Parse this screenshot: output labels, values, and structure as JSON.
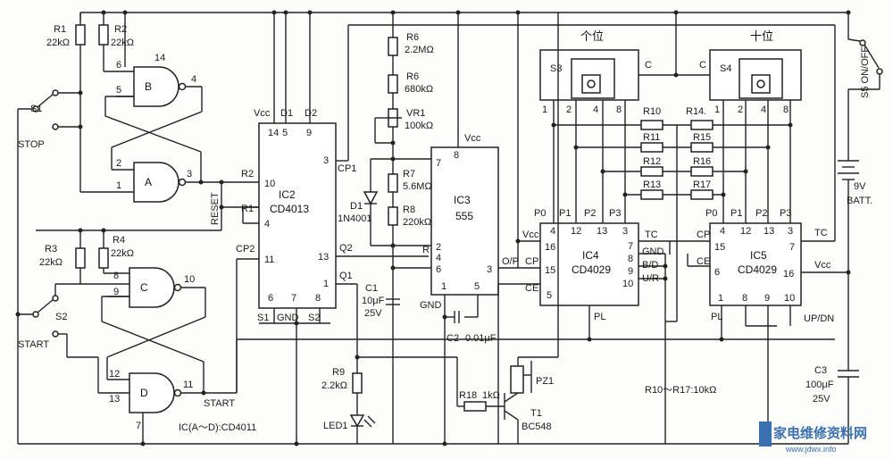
{
  "labels": {
    "r1": "R1",
    "r1v": "22kΩ",
    "r2": "R2",
    "r2v": "22kΩ",
    "r3": "R3",
    "r3v": "22kΩ",
    "r4": "R4",
    "r4v": "22kΩ",
    "r6a": "R6",
    "r6av": "2.2MΩ",
    "r6b": "R6",
    "r6bv": "680kΩ",
    "vr1": "VR1",
    "vr1v": "100kΩ",
    "r7": "R7",
    "r7v": "5.6MΩ",
    "r8": "R8",
    "r8v": "220kΩ",
    "d1": "D1",
    "d1v": "1N4001",
    "c1": "C1",
    "c1v": "10μF",
    "c1vv": "25V",
    "c2": "C2",
    "c2v": "0.01μF",
    "c3": "C3",
    "c3v": "100μF",
    "c3vv": "25V",
    "r9": "R9",
    "r9v": "2.2kΩ",
    "led1": "LED1",
    "r18": "R18",
    "r18v": "1kΩ",
    "pz1": "PZ1",
    "t1": "T1",
    "t1v": "BC548",
    "s1": "S1",
    "stop": "STOP",
    "s2": "S2",
    "start": "START",
    "s3": "S3",
    "s4": "S4",
    "s5": "S5 ON/OFF",
    "batt": "9V",
    "battv": "BATT.",
    "units": "个位",
    "tens": "十位",
    "ic_note": "IC(A～D):CD4011",
    "r_note": "R10～R17:10kΩ",
    "reset": "RESET",
    "start_net": "START",
    "r10": "R10",
    "r11": "R11",
    "r12": "R12",
    "r13": "R13",
    "r14": "R14.",
    "r15": "R15",
    "r16": "R16",
    "r17": "R17"
  },
  "gates": {
    "a": "A",
    "b": "B",
    "c": "C",
    "d": "D",
    "pins_b": [
      "14",
      "5",
      "4",
      "6"
    ],
    "pins_a": [
      "2",
      "1",
      "3"
    ],
    "pins_c": [
      "8",
      "9",
      "10"
    ],
    "pins_d": [
      "12",
      "13",
      "11",
      "7"
    ]
  },
  "ic2": {
    "name": "IC2",
    "part": "CD4013",
    "top": [
      "Vcc",
      "D1",
      "D2"
    ],
    "top_pins": [
      "14",
      "5",
      "9"
    ],
    "left": [
      "R2",
      "R1",
      "CP2"
    ],
    "left_pins": [
      "10",
      "4",
      "11"
    ],
    "right": [
      "CP1",
      "Q2",
      "Q1"
    ],
    "right_pins": [
      "3",
      "13",
      "1"
    ],
    "bottom": [
      "S1",
      "GND",
      "S2"
    ],
    "bottom_pins": [
      "6",
      "7",
      "8"
    ]
  },
  "ic3": {
    "name": "IC3",
    "part": "555",
    "vcc": "Vcc",
    "gnd": "GND",
    "out": "O/P",
    "pins": [
      "7",
      "8",
      "2",
      "4",
      "6",
      "1",
      "5",
      "3"
    ],
    "r": "R"
  },
  "ic4": {
    "name": "IC4",
    "part": "CD4029",
    "top": [
      "P0",
      "P1",
      "P2",
      "P3"
    ],
    "top_pins": [
      "4",
      "12",
      "13",
      "3"
    ],
    "left": [
      "Vcc",
      "CP",
      "CE"
    ],
    "left_pins": [
      "16",
      "15",
      "5"
    ],
    "right": [
      "TC",
      "GND",
      "B/D",
      "U/R"
    ],
    "right_pins": [
      "7",
      "8",
      "9",
      "10"
    ],
    "bottom": "PL"
  },
  "ic5": {
    "name": "IC5",
    "part": "CD4029",
    "top": [
      "P0",
      "P1",
      "P2",
      "P3"
    ],
    "top_pins": [
      "4",
      "12",
      "13",
      "3"
    ],
    "left": [
      "CP",
      "CE"
    ],
    "left_pins": [
      "15",
      "6"
    ],
    "right": [
      "TC",
      "Vcc"
    ],
    "right_pins": [
      "7",
      "16"
    ],
    "bottom_pins": [
      "1",
      "8",
      "9",
      "10"
    ],
    "bottom": [
      "PL",
      "UP/DN"
    ]
  },
  "switches": {
    "s3_pins": [
      "1",
      "2",
      "4",
      "8"
    ],
    "s4_pins": [
      "1",
      "2",
      "4",
      "8"
    ],
    "c": "C"
  },
  "watermark": {
    "text": "家电维修资料网",
    "url": "www.jdwx.info"
  }
}
